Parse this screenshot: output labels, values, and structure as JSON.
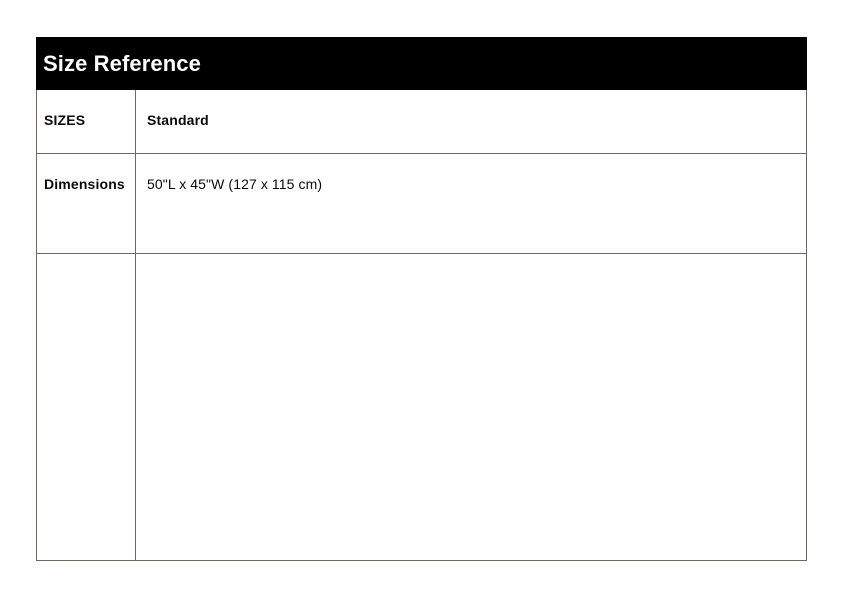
{
  "card": {
    "title": "Size Reference",
    "header_bg": "#000000",
    "header_text_color": "#ffffff",
    "border_color": "#6e6762",
    "background": "#ffffff"
  },
  "table": {
    "columns": [
      {
        "key": "label",
        "header": "SIZES"
      },
      {
        "key": "standard",
        "header": "Standard"
      }
    ],
    "rows": [
      {
        "name": "header-row",
        "label": "SIZES",
        "value": "Standard"
      },
      {
        "name": "dimensions-row",
        "label": "Dimensions",
        "value": "50\"L x 45\"W (127 x 115 cm)"
      },
      {
        "name": "empty-row",
        "label": "",
        "value": ""
      }
    ]
  }
}
